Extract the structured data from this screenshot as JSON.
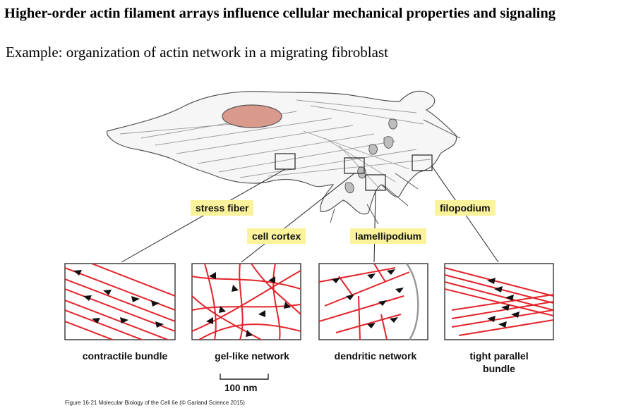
{
  "header": {
    "title": "Higher-order actin filament arrays influence cellular mechanical properties and signaling",
    "subtitle": "Example: organization of actin network in a migrating fibroblast"
  },
  "figure": {
    "structure_labels": {
      "stress_fiber": "stress fiber",
      "cell_cortex": "cell cortex",
      "lamellipodium": "lamellipodium",
      "filopodium": "filopodium"
    },
    "panel_captions": {
      "contractile_bundle": "contractile bundle",
      "gel_like_network": "gel-like network",
      "dendritic_network": "dendritic network",
      "tight_parallel_bundle_line1": "tight parallel",
      "tight_parallel_bundle_line2": "bundle"
    },
    "scale_bar_label": "100 nm",
    "credit": "Figure 16-21  Molecular Biology of the Cell 6e (© Garland Science 2015)",
    "colors": {
      "filament": "#e3242b",
      "arrowhead": "#111111",
      "label_highlight": "#fbf39b",
      "nucleus": "#d99a8c",
      "cell_outline": "#555555",
      "membrane": "#999999"
    }
  }
}
